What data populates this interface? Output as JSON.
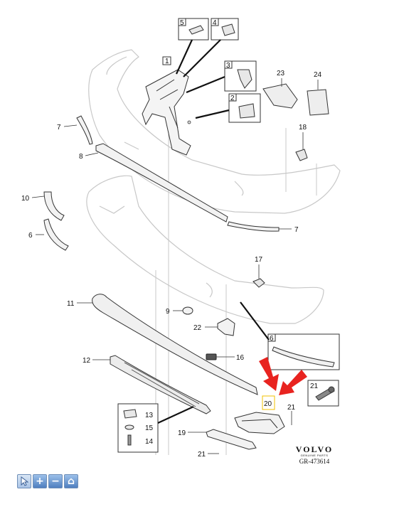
{
  "callouts": {
    "c1": "1",
    "c2": "2",
    "c3": "3",
    "c4": "4",
    "c5": "5",
    "c6": "6",
    "c6b": "6",
    "c7": "7",
    "c7b": "7",
    "c8": "8",
    "c9": "9",
    "c10": "10",
    "c11": "11",
    "c12": "12",
    "c13": "13",
    "c14": "14",
    "c15": "15",
    "c16": "16",
    "c17": "17",
    "c18": "18",
    "c19": "19",
    "c20": "20",
    "c21": "21",
    "c21b": "21",
    "c21c": "21",
    "c22": "22",
    "c23": "23",
    "c24": "24"
  },
  "brand": {
    "logo": "VOLVO",
    "subtitle": "GENUINE PARTS",
    "code": "GR-473614"
  },
  "toolbar": {
    "select_icon": "pointer-icon",
    "zoom_in_icon": "plus-icon",
    "zoom_out_icon": "minus-icon",
    "home_icon": "home-icon",
    "zoom_in_glyph": "+",
    "zoom_out_glyph": "−",
    "home_glyph": "⌂"
  },
  "colors": {
    "highlight_arrow": "#e8231f",
    "toolbar_blue": "#4f7fbf",
    "highlight_box": "#f0c000"
  }
}
